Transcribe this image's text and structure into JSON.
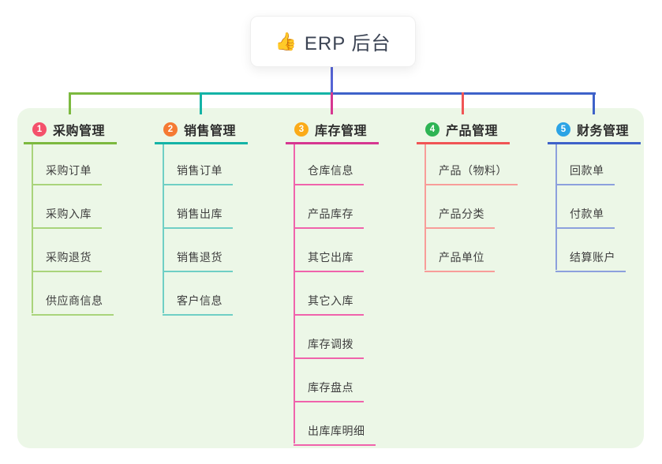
{
  "root": {
    "icon": "👍",
    "label": "ERP 后台",
    "line_color": "#5564d5"
  },
  "panel": {
    "background_color": "#ecf7e7"
  },
  "branches": [
    {
      "num": "1",
      "label": "采购管理",
      "badge_color": "#f4516b",
      "line_color": "#7cb93f",
      "child_line_color": "#a9d47b",
      "children": [
        "采购订单",
        "采购入库",
        "采购退货",
        "供应商信息"
      ]
    },
    {
      "num": "2",
      "label": "销售管理",
      "badge_color": "#f57a33",
      "line_color": "#14b3a6",
      "child_line_color": "#6fcfc5",
      "children": [
        "销售订单",
        "销售出库",
        "销售退货",
        "客户信息"
      ]
    },
    {
      "num": "3",
      "label": "库存管理",
      "badge_color": "#fbab19",
      "line_color": "#d63791",
      "child_line_color": "#f063ac",
      "children": [
        "仓库信息",
        "产品库存",
        "其它出库",
        "其它入库",
        "库存调拨",
        "库存盘点",
        "出库库明细"
      ]
    },
    {
      "num": "4",
      "label": "产品管理",
      "badge_color": "#2eb454",
      "line_color": "#f05555",
      "child_line_color": "#f89d99",
      "children": [
        "产品（物料）",
        "产品分类",
        "产品单位"
      ]
    },
    {
      "num": "5",
      "label": "财务管理",
      "badge_color": "#2ba3e5",
      "line_color": "#3e62c9",
      "child_line_color": "#8ca0dd",
      "children": [
        "回款单",
        "付款单",
        "结算账户"
      ]
    }
  ]
}
